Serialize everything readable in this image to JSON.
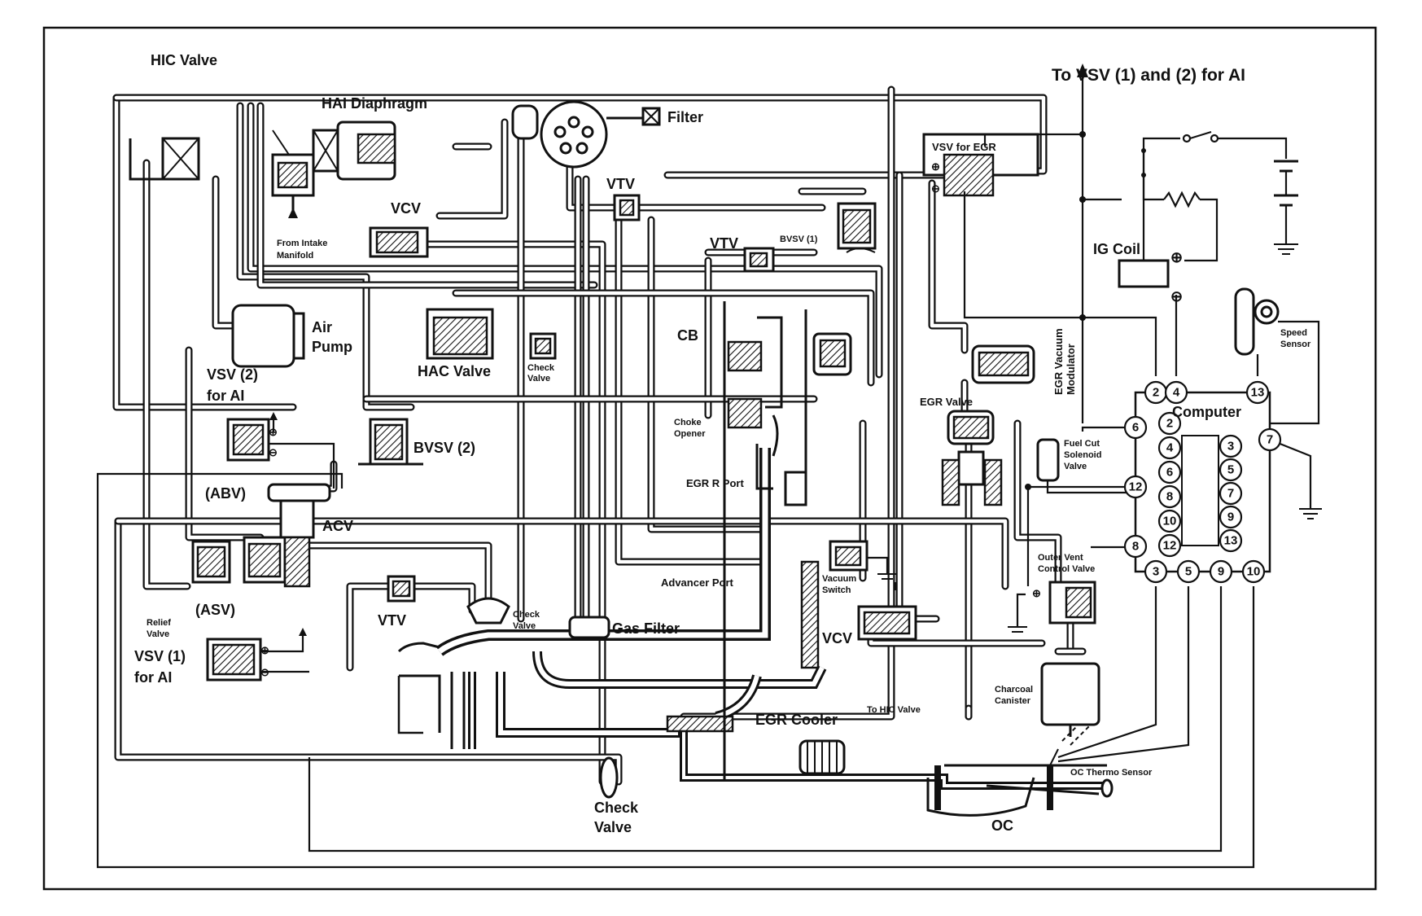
{
  "labels": {
    "hic_valve": "HIC Valve",
    "hai_diaphragm": "HAI Diaphragm",
    "filter": "Filter",
    "to_vsv": "To VSV (1) and (2) for AI",
    "vsv_egr": "VSV for EGR",
    "vtv_top": "VTV",
    "vcv_top": "VCV",
    "from_intake_1": "From Intake",
    "from_intake_2": "Manifold",
    "vtv_mid": "VTV",
    "bvsv1": "BVSV (1)",
    "ig_coil": "IG Coil",
    "air_1": "Air",
    "air_2": "Pump",
    "cb": "CB",
    "hac_valve": "HAC Valve",
    "check_valve_small_1": "Check",
    "check_valve_small_2": "Valve",
    "egr_vac_1": "EGR Vacuum",
    "egr_vac_2": "Modulator",
    "speed_1": "Speed",
    "speed_2": "Sensor",
    "vsv2_1": "VSV (2)",
    "vsv2_2": "for AI",
    "egr_valve": "EGR Valve",
    "computer": "Computer",
    "choke_1": "Choke",
    "choke_2": "Opener",
    "bvsv2": "BVSV (2)",
    "fuel_cut_1": "Fuel Cut",
    "fuel_cut_2": "Solenoid",
    "fuel_cut_3": "Valve",
    "abv": "(ABV)",
    "egr_r_port": "EGR R Port",
    "acv": "ACV",
    "outer_vent_1": "Outer Vent",
    "outer_vent_2": "Control Valve",
    "advancer_port": "Advancer Port",
    "vacuum_switch_1": "Vacuum",
    "vacuum_switch_2": "Switch",
    "relief_1": "Relief",
    "relief_2": "Valve",
    "asv": "(ASV)",
    "vtv_low": "VTV",
    "check_valve_mid_1": "Check",
    "check_valve_mid_2": "Valve",
    "gas_filter": "Gas Filter",
    "vcv_low": "VCV",
    "vsv1_1": "VSV (1)",
    "vsv1_2": "for AI",
    "charcoal_1": "Charcoal",
    "charcoal_2": "Canister",
    "to_hic": "To HIC Valve",
    "egr_cooler": "EGR Cooler",
    "oc_thermo": "OC Thermo Sensor",
    "check_valve_big_1": "Check",
    "check_valve_big_2": "Valve",
    "oc": "OC",
    "plus": "⊕",
    "minus": "⊖"
  },
  "computer_terminals": {
    "top": [
      "2",
      "4",
      "13"
    ],
    "left": [
      "6",
      "12",
      "8"
    ],
    "right": [
      "7"
    ],
    "bottom": [
      "3",
      "5",
      "9",
      "10"
    ],
    "connector_left": [
      "2",
      "4",
      "6",
      "8",
      "10",
      "12"
    ],
    "connector_right": [
      "3",
      "5",
      "7",
      "9",
      "13"
    ]
  }
}
